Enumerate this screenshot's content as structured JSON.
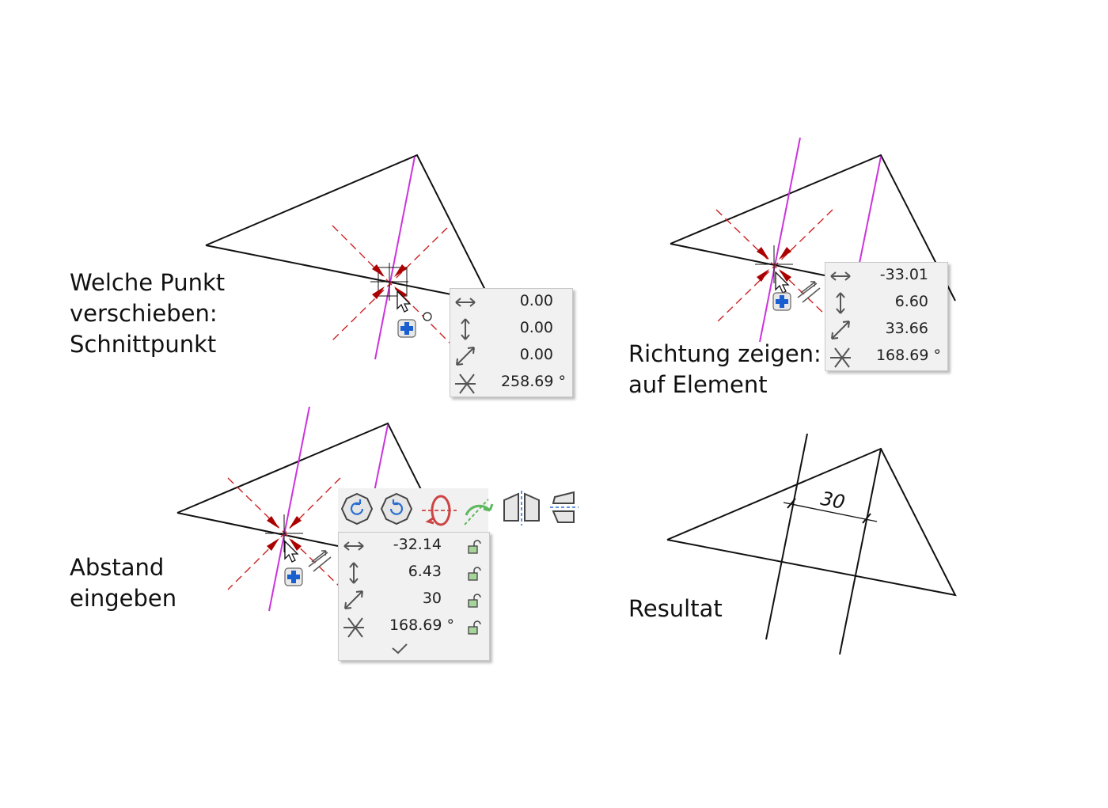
{
  "captions": {
    "step1": [
      "Welche Punkt",
      "verschieben:",
      "Schnittpunkt"
    ],
    "step2": [
      "Richtung zeigen:",
      "auf Element"
    ],
    "step3": [
      "Abstand",
      "eingeben"
    ],
    "step4": [
      "Resultat"
    ]
  },
  "panel1": {
    "rows": [
      {
        "icon": "horizontal-arrow-icon",
        "value": "0.00"
      },
      {
        "icon": "vertical-arrow-icon",
        "value": "0.00"
      },
      {
        "icon": "diagonal-arrow-icon",
        "value": "0.00"
      },
      {
        "icon": "angle-icon",
        "value": "258.69 °"
      }
    ]
  },
  "panel2": {
    "rows": [
      {
        "icon": "horizontal-arrow-icon",
        "value": "-33.01"
      },
      {
        "icon": "vertical-arrow-icon",
        "value": "6.60"
      },
      {
        "icon": "diagonal-arrow-icon",
        "value": "33.66"
      },
      {
        "icon": "angle-icon",
        "value": "168.69 °"
      }
    ]
  },
  "panel3": {
    "rows": [
      {
        "icon": "horizontal-arrow-icon",
        "value": "-32.14"
      },
      {
        "icon": "vertical-arrow-icon",
        "value": "6.43"
      },
      {
        "icon": "diagonal-arrow-icon",
        "value": "30"
      },
      {
        "icon": "angle-icon",
        "value": "168.69 °"
      }
    ],
    "toolbar": [
      "rotate-left-icon",
      "rotate-right-icon",
      "flip-vertical-axis-icon",
      "rotate-arc-icon",
      "mirror-horizontal-icon",
      "mirror-vertical-icon"
    ],
    "confirm_icon": "checkmark-icon",
    "lock_icon": "lock-icon"
  },
  "result": {
    "dimension_label": "30"
  },
  "colors": {
    "line": "#111111",
    "magenta": "#cc33dd",
    "snap_red": "#aa0000",
    "dash_red": "#cc2222",
    "panel_bg": "#f1f1f1",
    "lock_green": "#a6d49a"
  }
}
